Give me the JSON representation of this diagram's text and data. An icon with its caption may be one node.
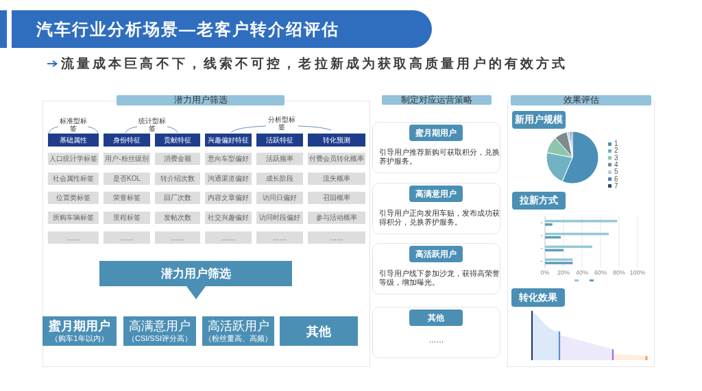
{
  "diagram": {
    "title": "汽车行业分析场景—老客户转介绍评估",
    "nodes": [
      {
        "text": [
          "潜力用户筛选"
        ]
      },
      {
        "text": [
          "基础属性"
        ],
        "in": 0
      },
      {
        "text": [
          "身份特征"
        ],
        "in": 0
      },
      {
        "text": [
          "贡献特征"
        ],
        "in": 0
      },
      {
        "text": [
          "兴趣偏好特征"
        ],
        "in": 0
      },
      {
        "text": [
          "活跃特征"
        ],
        "in": 0
      },
      {
        "text": [
          "转化预测"
        ],
        "in": 0
      },
      {
        "text": [
          "人口统计学标签"
        ],
        "in": 0
      },
      {
        "text": [
          "用户-粉丝级别"
        ],
        "in": 0
      },
      {
        "text": [
          "消费金额"
        ],
        "in": 0
      },
      {
        "text": [
          "意向车型偏好"
        ],
        "in": 0
      },
      {
        "text": [
          "活跃频率"
        ],
        "in": 0
      },
      {
        "text": [
          "付费会员转化概率"
        ],
        "in": 0
      },
      {
        "text": [
          "社会属性标签"
        ],
        "in": 0
      },
      {
        "text": [
          "是否KOL"
        ],
        "in": 0
      },
      {
        "text": [
          "转介绍次数"
        ],
        "in": 0
      },
      {
        "text": [
          "沟通渠道偏好"
        ],
        "in": 0
      },
      {
        "text": [
          "成长阶段"
        ],
        "in": 0
      },
      {
        "text": [
          "流失概率"
        ],
        "in": 0
      },
      {
        "text": [
          "位置类标签"
        ],
        "in": 0
      },
      {
        "text": [
          "荣誉标签"
        ],
        "in": 0
      },
      {
        "text": [
          "回厂次数"
        ],
        "in": 0
      },
      {
        "text": [
          "内容文章偏好"
        ],
        "in": 0
      },
      {
        "text": [
          "访问日偏好"
        ],
        "in": 0
      },
      {
        "text": [
          "召回概率"
        ],
        "in": 0
      },
      {
        "text": [
          "所购车辆标签"
        ],
        "in": 0
      },
      {
        "text": [
          "里程标签"
        ],
        "in": 0
      },
      {
        "text": [
          "发帖次数"
        ],
        "in": 0
      },
      {
        "text": [
          "社交兴趣偏好"
        ],
        "in": 0
      },
      {
        "text": [
          "访问时段偏好"
        ],
        "in": 0
      },
      {
        "text": [
          "参与活动概率"
        ],
        "in": 0
      },
      {
        "text": [
          "……"
        ],
        "in": 0
      },
      {
        "text": [
          "……"
        ],
        "in": 0
      },
      {
        "text": [
          "……"
        ],
        "in": 0
      },
      {
        "text": [
          "……"
        ],
        "in": 0
      },
      {
        "text": [
          "……"
        ],
        "in": 0
      },
      {
        "text": [
          "……"
        ],
        "in": 0
      },
      {
        "text": [
          "潜力用户筛选"
        ],
        "in": 0
      },
      {
        "text": [
          "蜜月期用户",
          "（购车1年以内）"
        ],
        "in": 0
      },
      {
        "text": [
          "高满意用户",
          "（CSI/SSI评分高）"
        ],
        "in": 0
      },
      {
        "text": [
          "高活跃用户",
          "（粉丝量高、高频）"
        ],
        "in": 0
      },
      {
        "text": [
          "其他"
        ],
        "in": 0
      },
      {
        "text": [
          "制定对应运营策略"
        ]
      },
      {
        "text": [
          "引导用户推荐新购可获取积分，兑换养护服务。"
        ]
      },
      {
        "text": [
          "蜜月期用户"
        ],
        "in": 43
      },
      {
        "text": [
          "引导用户正向发用车贴，发布成功获得积分，兑换养护服务。"
        ]
      },
      {
        "text": [
          "高满意用户"
        ],
        "in": 45
      },
      {
        "text": [
          "引导用户线下参加沙龙，获得高荣誉等级，增加曝光。"
        ]
      },
      {
        "text": [
          "高活跃用户"
        ],
        "in": 47
      },
      {
        "text": [
          "……"
        ]
      },
      {
        "text": [
          "其他"
        ],
        "in": 49
      },
      {
        "text": [
          "效果评估"
        ]
      },
      {
        "text": [
          "新用户规模"
        ],
        "in": 51
      },
      {
        "text": [
          "拉新方式"
        ],
        "in": 51
      },
      {
        "text": [
          "转化效果"
        ],
        "in": 51
      }
    ],
    "labels": [
      "流量成本巨高不下，线索不可控，老拉新成为获取高质量用户的有效方式",
      "标准型标签",
      "统计型标签",
      "分析型标签"
    ],
    "legend": [
      {
        "text": "1",
        "color": "#4a8fb8"
      },
      {
        "text": "2",
        "color": "#71b2c2"
      },
      {
        "text": "3",
        "color": "#8dc6ab"
      },
      {
        "text": "4",
        "color": "#7d8a8f"
      },
      {
        "text": "5",
        "color": "#b8cfdc"
      },
      {
        "text": "6",
        "color": "#4d7fc6"
      },
      {
        "text": "7",
        "color": "#2b4a66"
      }
    ],
    "chart_data": {
      "type": "bar",
      "orientation": "horizontal",
      "grid": true,
      "categories": [
        null,
        null,
        null,
        null
      ],
      "xlim": [
        0,
        100
      ],
      "xticks": [
        {
          "value": 0,
          "label": "0%"
        },
        {
          "value": 20,
          "label": "20%"
        },
        {
          "value": 40,
          "label": "40%"
        },
        {
          "value": 60,
          "label": "60%"
        },
        {
          "value": 80,
          "label": "80%"
        },
        {
          "value": 100,
          "label": "100%"
        }
      ],
      "series": [
        {
          "color": "#93c8d4",
          "values": [
            78,
            69,
            51,
            30
          ]
        },
        {
          "color": "#5d9cb9",
          "values": [
            8,
            17,
            20,
            30
          ]
        }
      ]
    }
  }
}
